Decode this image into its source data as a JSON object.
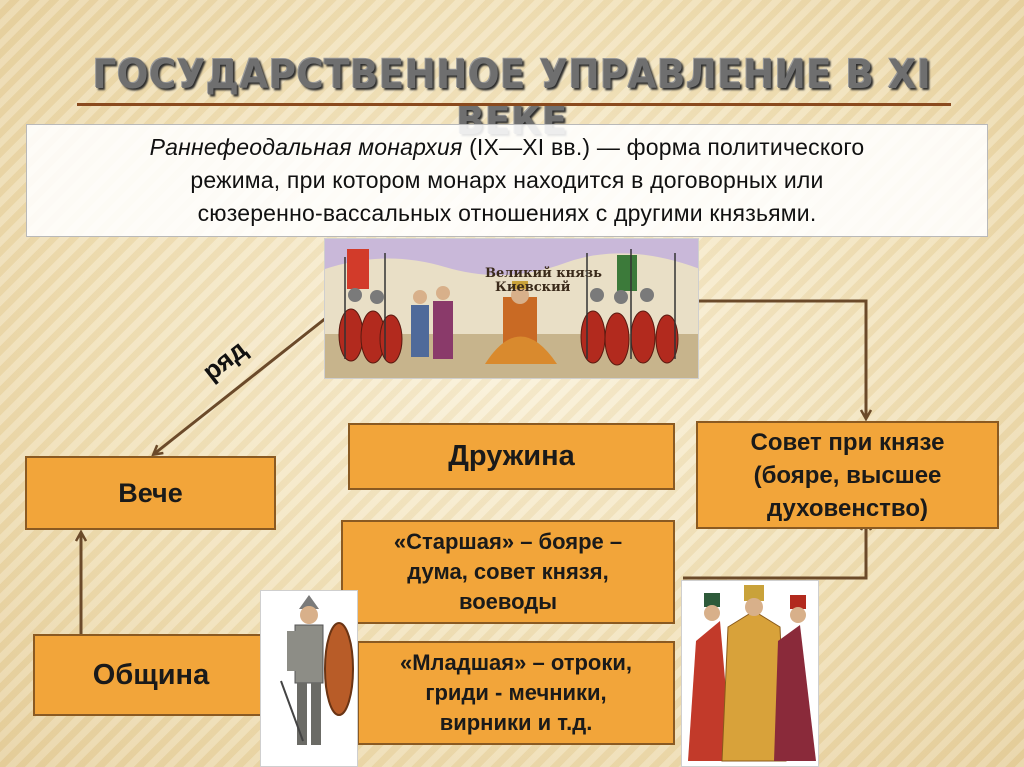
{
  "title": "ГОСУДАРСТВЕННОЕ УПРАВЛЕНИЕ В XI ВЕКЕ",
  "definition": {
    "term": "Раннефеодальная монархия",
    "rest_line1": " (IX—XI вв.) — форма политического",
    "line2": "режима, при котором монарх находится в договорных или",
    "line3": "сюзеренно-вассальных отношениях с другими князьями."
  },
  "picture_caption": {
    "line1": "Великий князь",
    "line2": "Киевский"
  },
  "connector_label": "ряд",
  "boxes": {
    "veche": "Вече",
    "obshchina": "Община",
    "druzhina": "Дружина",
    "sovet": {
      "line1": "Совет при князе",
      "line2": "(бояре, высшее",
      "line3": "духовенство)"
    },
    "starshaya": {
      "line1": "«Старшая» – бояре –",
      "line2": "дума, совет князя,",
      "line3": "воеводы"
    },
    "mladshaya": {
      "line1": "«Младшая» – отроки,",
      "line2": "гриди - мечники,",
      "line3": "вирники и т.д."
    }
  },
  "colors": {
    "box_fill": "#f2a53a",
    "box_border": "#8a5a22",
    "connector": "#6b4a2a",
    "title_rule": "#8a4a1e"
  }
}
